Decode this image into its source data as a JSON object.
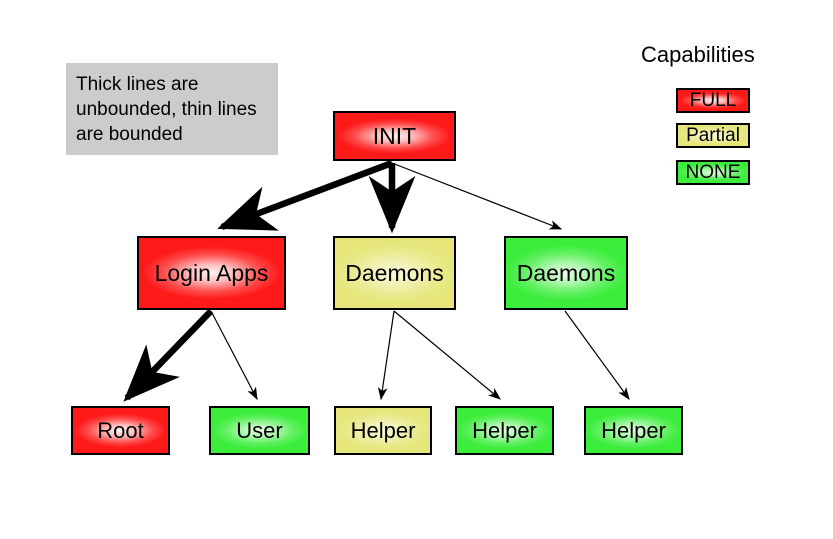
{
  "note": {
    "text": "Thick lines are unbounded, thin lines are bounded",
    "background": "#cccccc"
  },
  "legend": {
    "title": "Capabilities",
    "items": [
      {
        "label": "FULL",
        "capability": "full",
        "color": "#ff1a1a"
      },
      {
        "label": "Partial",
        "capability": "partial",
        "color": "#e6e67a"
      },
      {
        "label": "NONE",
        "capability": "none",
        "color": "#3ced3c"
      }
    ]
  },
  "colors": {
    "full": "#ff1a1a",
    "partial": "#e6e67a",
    "none": "#3ced3c",
    "border": "#000000",
    "background": "#ffffff"
  },
  "nodes": {
    "root_node": {
      "label": "INIT",
      "capability": "full"
    },
    "mid_a": {
      "label": "Login Apps",
      "capability": "full"
    },
    "mid_b": {
      "label": "Daemons",
      "capability": "partial"
    },
    "mid_c": {
      "label": "Daemons",
      "capability": "none"
    },
    "leaf_root": {
      "label": "Root",
      "capability": "full"
    },
    "leaf_user": {
      "label": "User",
      "capability": "none"
    },
    "leaf_helper1": {
      "label": "Helper",
      "capability": "partial"
    },
    "leaf_helper2": {
      "label": "Helper",
      "capability": "none"
    },
    "leaf_helper3": {
      "label": "Helper",
      "capability": "none"
    }
  },
  "edges": [
    {
      "from": "INIT",
      "to": "Login Apps",
      "style": "thick",
      "meaning": "unbounded"
    },
    {
      "from": "INIT",
      "to": "Daemons",
      "style": "thick",
      "meaning": "unbounded"
    },
    {
      "from": "INIT",
      "to": "Daemons",
      "style": "thin",
      "meaning": "bounded"
    },
    {
      "from": "Login Apps",
      "to": "Root",
      "style": "thick",
      "meaning": "unbounded"
    },
    {
      "from": "Login Apps",
      "to": "User",
      "style": "thin",
      "meaning": "bounded"
    },
    {
      "from": "Daemons",
      "to": "Helper",
      "style": "thin",
      "meaning": "bounded"
    },
    {
      "from": "Daemons",
      "to": "Helper",
      "style": "thin",
      "meaning": "bounded"
    },
    {
      "from": "Daemons",
      "to": "Helper",
      "style": "thin",
      "meaning": "bounded"
    }
  ]
}
